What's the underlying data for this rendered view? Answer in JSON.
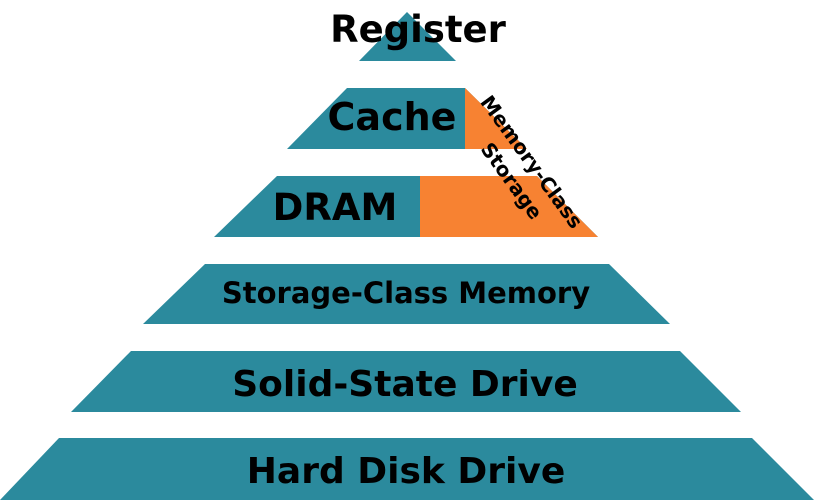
{
  "colors": {
    "tier": "#2b8a9d",
    "memory_class_storage": "#f78232",
    "text": "#000000",
    "background": "#ffffff"
  },
  "tiers": {
    "register": "Register",
    "cache": "Cache",
    "dram": "DRAM",
    "scm": "Storage-Class Memory",
    "ssd": "Solid-State Drive",
    "hdd": "Hard Disk Drive"
  },
  "overlay": {
    "line1": "Memory-Class",
    "line2": "Storage"
  }
}
